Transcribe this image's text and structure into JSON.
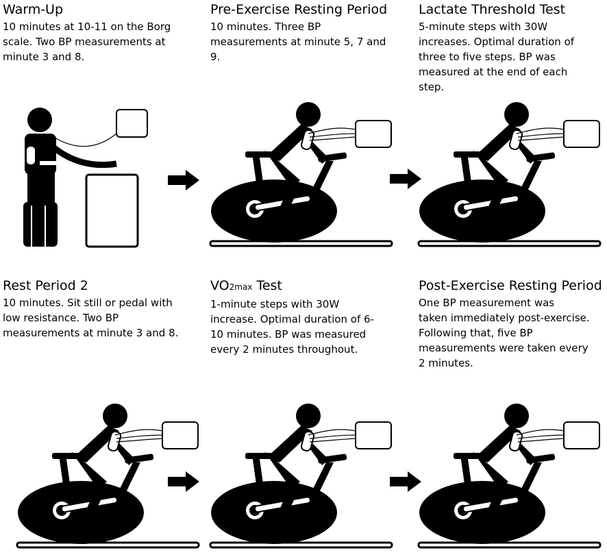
{
  "colors": {
    "ink": "#000000",
    "paper": "#ffffff"
  },
  "panels": [
    {
      "id": "warm-up",
      "title": "Warm-Up",
      "lines": [
        "10 minutes at 10-11 on the Borg",
        "scale. Two BP measurements at",
        "minute 3 and 8."
      ],
      "figure": "seated-person-icon"
    },
    {
      "id": "pre-exercise-resting",
      "title": "Pre-Exercise Resting Period",
      "lines": [
        "10 minutes. Three BP",
        "measurements at minute 5, 7 and",
        "9."
      ],
      "figure": "cyclist-icon"
    },
    {
      "id": "lactate-threshold",
      "title": "Lactate Threshold Test",
      "lines": [
        "5-minute steps with 30W",
        "increases. Optimal duration of",
        "three to five steps. BP was",
        "measured at the end of each",
        "step."
      ],
      "figure": "cyclist-icon"
    },
    {
      "id": "rest-period-2",
      "title": "Rest Period 2",
      "lines": [
        "10 minutes. Sit still or pedal with",
        "low resistance. Two BP",
        "measurements at minute 3 and 8."
      ],
      "figure": "cyclist-icon"
    },
    {
      "id": "vo2max-test",
      "title_main": "VO",
      "title_sub": "2max",
      "title_rest": " Test",
      "lines": [
        "1-minute steps with 30W",
        "increase. Optimal duration of 6-",
        "10 minutes. BP was measured",
        "every 2 minutes throughout."
      ],
      "figure": "cyclist-icon"
    },
    {
      "id": "post-exercise-resting",
      "title": "Post-Exercise Resting Period",
      "lines": [
        "One BP measurement was",
        "taken immediately post-exercise.",
        "Following that, five BP",
        "measurements were taken every",
        "2 minutes."
      ],
      "figure": "cyclist-icon"
    }
  ],
  "arrows": [
    "arrow-right-icon",
    "arrow-right-icon",
    "arrow-right-icon",
    "arrow-right-icon"
  ]
}
